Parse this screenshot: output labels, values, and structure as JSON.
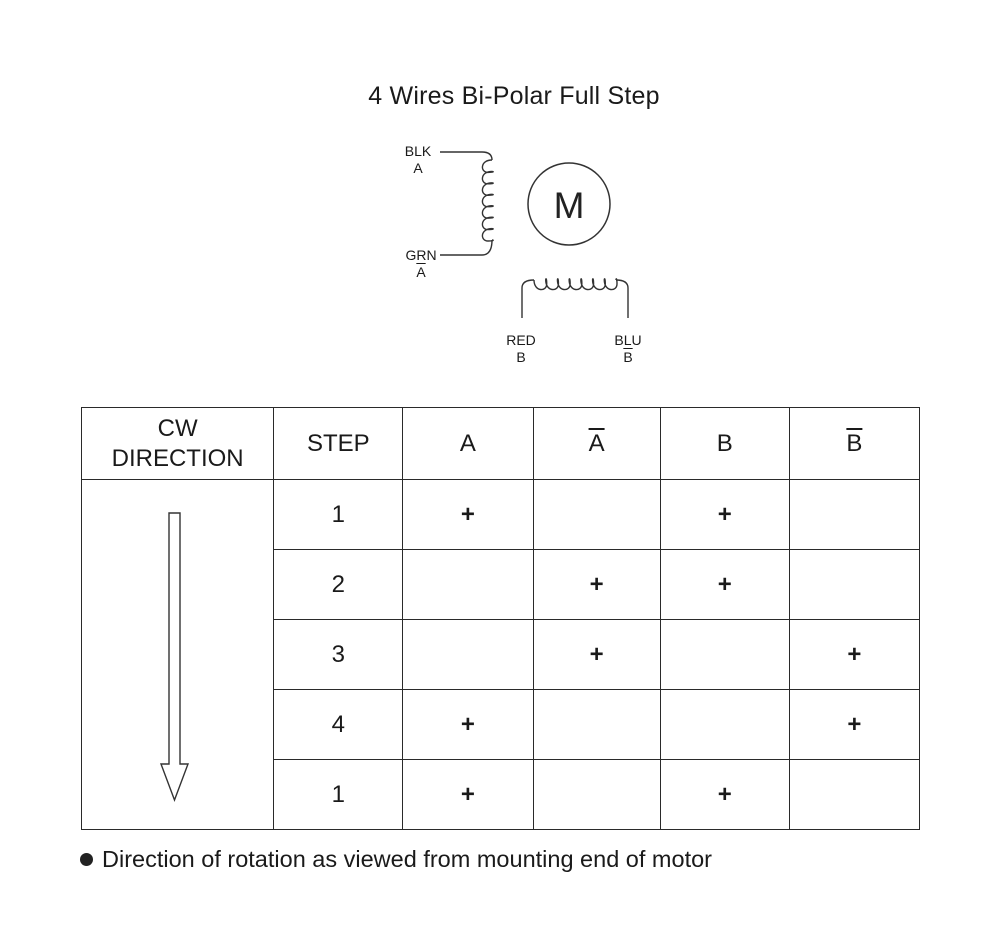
{
  "title": "4 Wires Bi-Polar Full Step",
  "motor_label": "M",
  "wires": {
    "blk": {
      "color": "BLK",
      "signal": "A"
    },
    "grn": {
      "color": "GRN",
      "signal": "A"
    },
    "red": {
      "color": "RED",
      "signal": "B"
    },
    "blu": {
      "color": "BLU",
      "signal": "B"
    }
  },
  "table": {
    "direction_header_line1": "CW",
    "direction_header_line2": "DIRECTION",
    "step_header": "STEP",
    "col_a": "A",
    "col_a_bar": "A",
    "col_b": "B",
    "col_b_bar": "B",
    "rows": [
      {
        "step": "1",
        "a": "+",
        "a_bar": "",
        "b": "+",
        "b_bar": ""
      },
      {
        "step": "2",
        "a": "",
        "a_bar": "+",
        "b": "+",
        "b_bar": ""
      },
      {
        "step": "3",
        "a": "",
        "a_bar": "+",
        "b": "",
        "b_bar": "+"
      },
      {
        "step": "4",
        "a": "+",
        "a_bar": "",
        "b": "",
        "b_bar": "+"
      },
      {
        "step": "1",
        "a": "+",
        "a_bar": "",
        "b": "+",
        "b_bar": ""
      }
    ]
  },
  "footnote": "Direction of rotation as viewed from mounting end of motor"
}
